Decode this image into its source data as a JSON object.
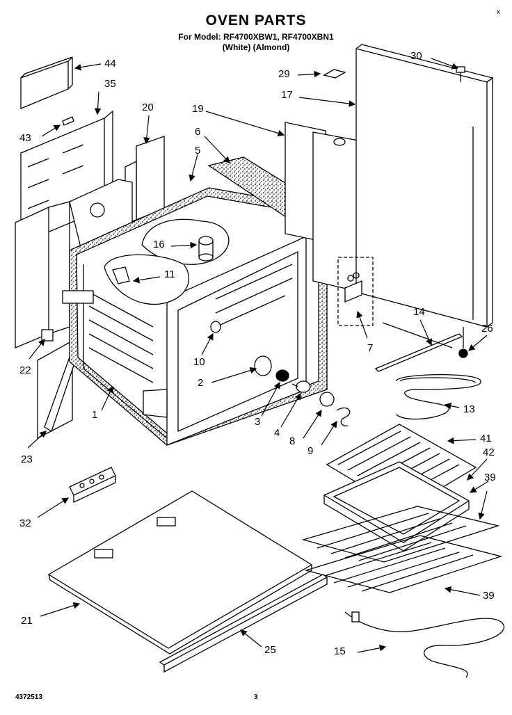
{
  "header": {
    "title": "OVEN PARTS",
    "model_line": "For Model: RF4700XBW1, RF4700XBN1",
    "variants": "(White)   (Almond)"
  },
  "footer": {
    "doc_number": "4372513",
    "page_number": "3"
  },
  "corner_mark": "x",
  "callouts": {
    "c1": "1",
    "c2": "2",
    "c3": "3",
    "c4": "4",
    "c5": "5",
    "c6": "6",
    "c7": "7",
    "c8": "8",
    "c9": "9",
    "c10": "10",
    "c11": "11",
    "c13": "13",
    "c14": "14",
    "c15": "15",
    "c16": "16",
    "c17": "17",
    "c19": "19",
    "c20": "20",
    "c21": "21",
    "c22": "22",
    "c23": "23",
    "c25": "25",
    "c26": "26",
    "c29": "29",
    "c30": "30",
    "c32": "32",
    "c35": "35",
    "c39a": "39",
    "c39b": "39",
    "c41": "41",
    "c42": "42",
    "c43": "43",
    "c44": "44"
  }
}
